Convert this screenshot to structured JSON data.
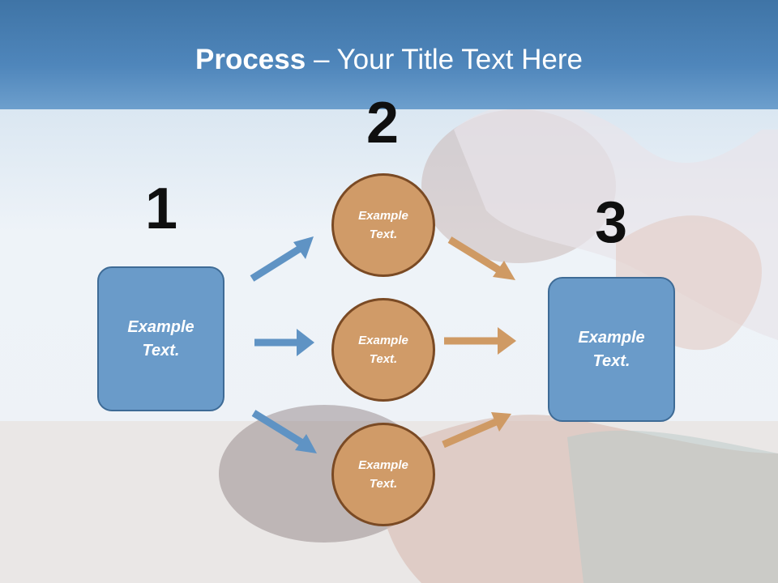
{
  "slide": {
    "title_bold": "Process",
    "title_rest": " – Your Title Text Here"
  },
  "steps": {
    "step1_number": "1",
    "step2_number": "2",
    "step3_number": "3"
  },
  "left_box": {
    "text": "Example Text."
  },
  "circles": [
    {
      "text": "Example Text."
    },
    {
      "text": "Example Text."
    },
    {
      "text": "Example Text."
    }
  ],
  "right_box": {
    "text": "Example Text."
  },
  "colors": {
    "header": "#4f86bb",
    "box_fill": "#6a9bc9",
    "box_border": "#3e6b96",
    "circle_fill": "#d09b68",
    "circle_border": "#7a4a24",
    "arrow_blue": "#5f93c4",
    "arrow_orange": "#cf9a64"
  }
}
